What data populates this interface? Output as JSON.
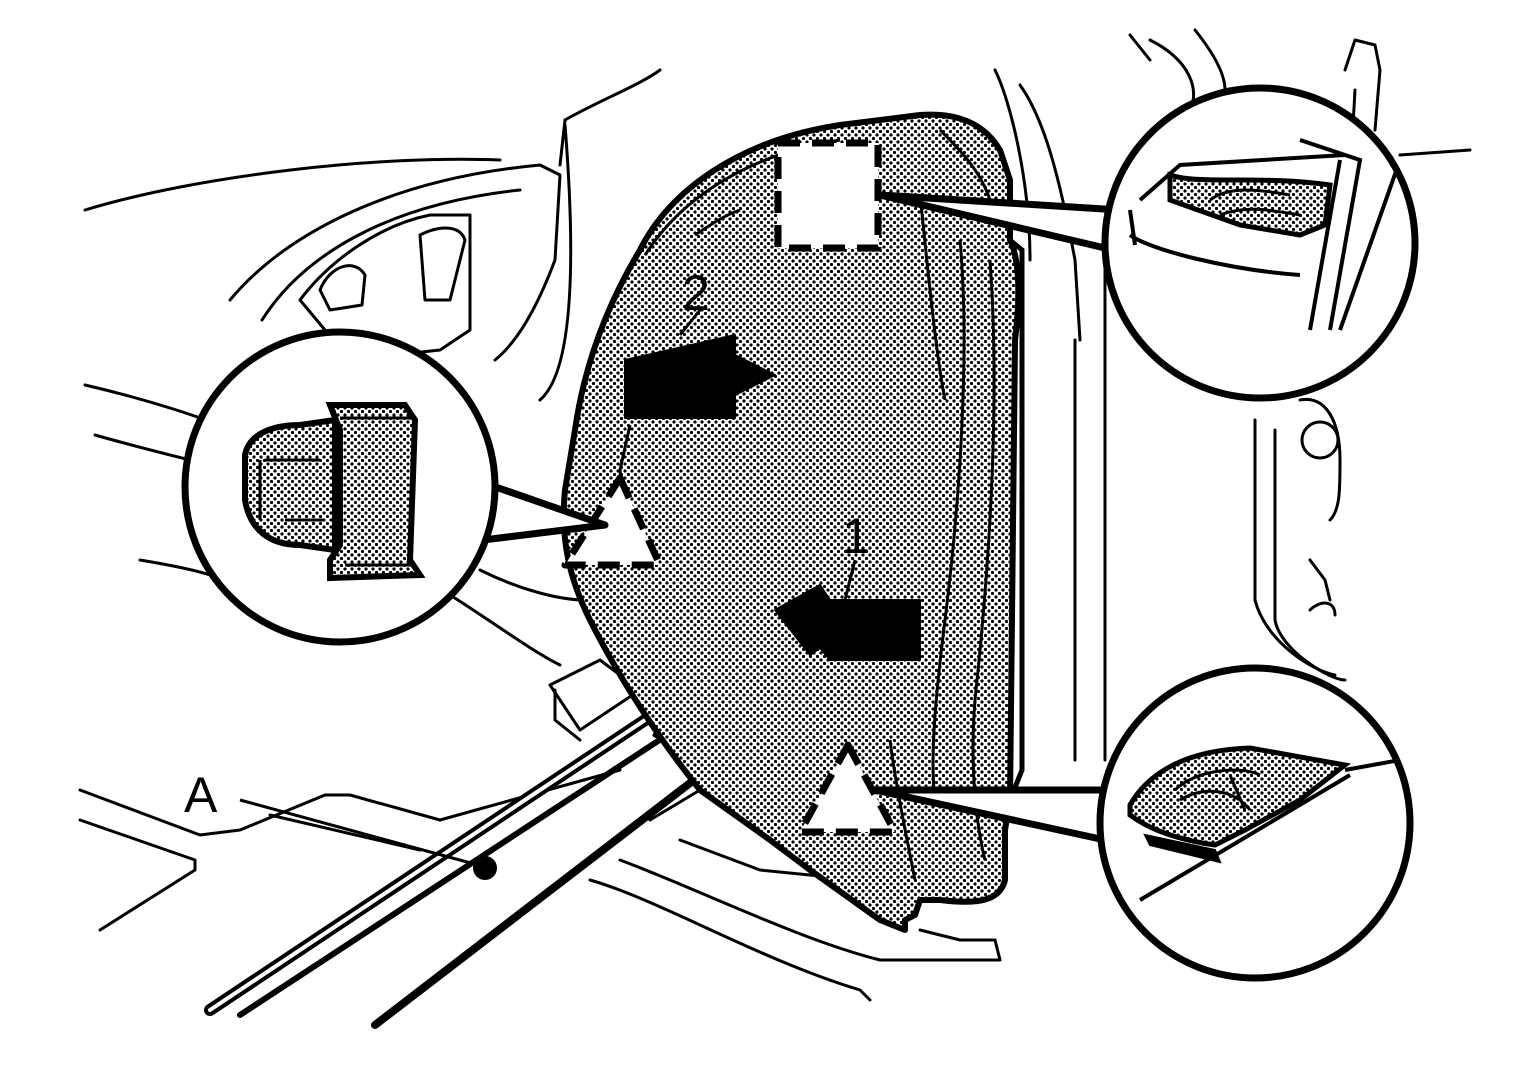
{
  "diagram": {
    "colors": {
      "ink": "#000000",
      "paper": "#ffffff",
      "stipple": "#000000"
    },
    "callouts": {
      "step_1": "1",
      "step_2": "2",
      "part_a": "A"
    },
    "symbols": {
      "clip_marker": "dashed-triangle",
      "hook_marker": "dashed-square",
      "arrows": "removal-direction-arrow"
    }
  }
}
